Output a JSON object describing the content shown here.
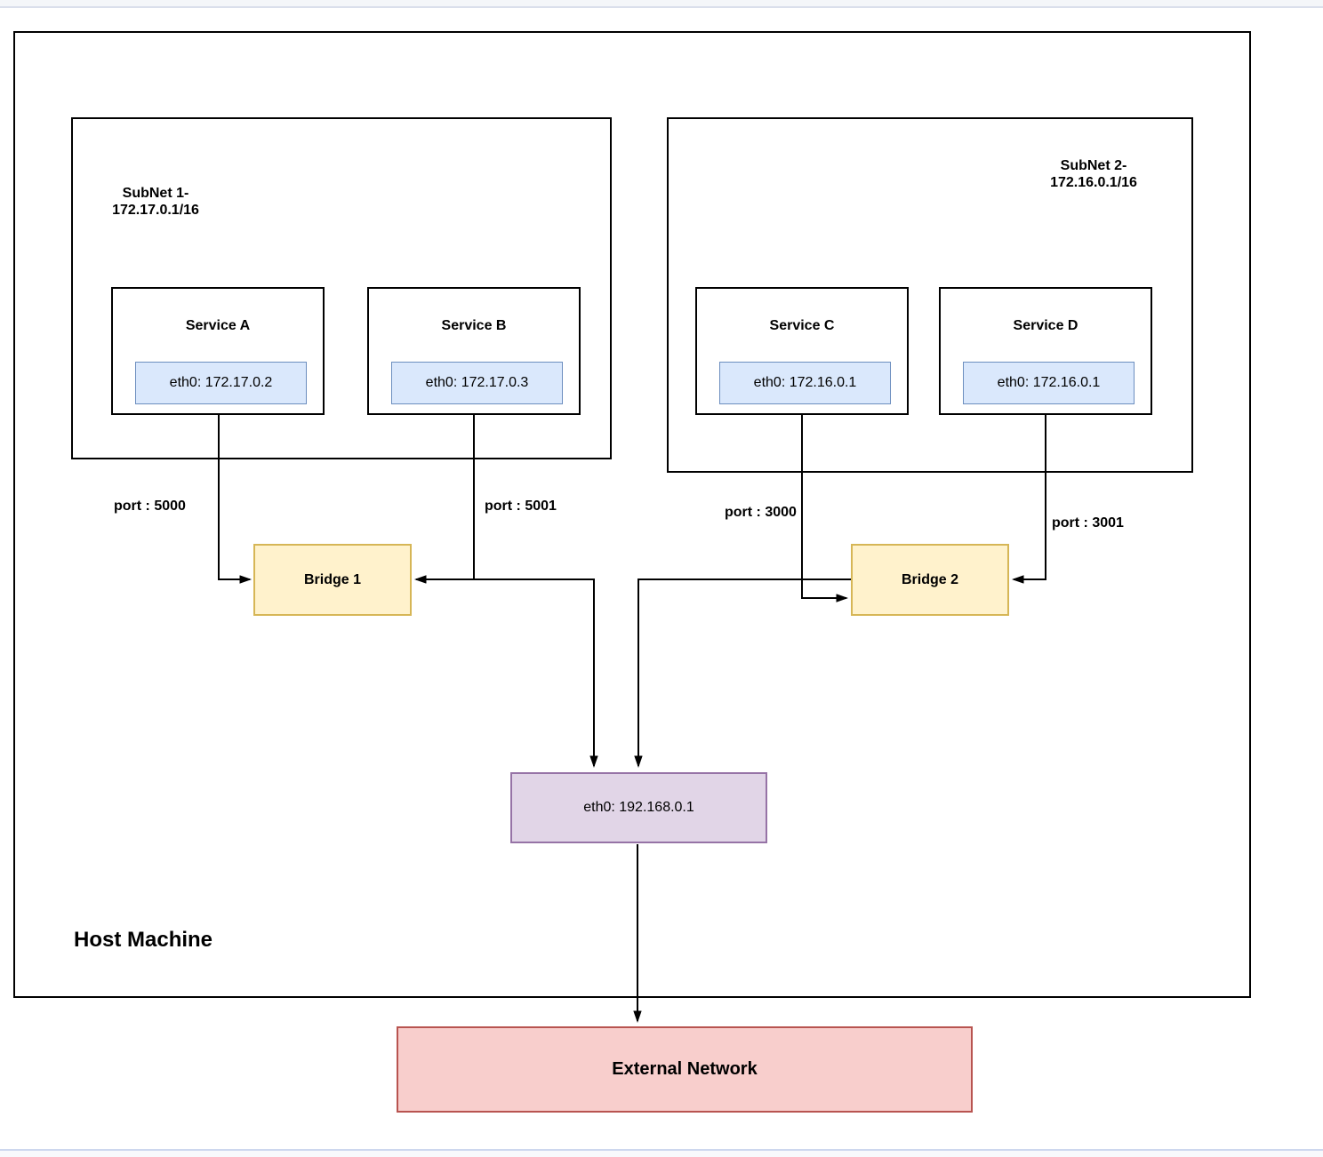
{
  "host": {
    "label": "Host Machine"
  },
  "subnets": [
    {
      "title_line1": "SubNet 1-",
      "title_line2": "172.17.0.1/16",
      "services": [
        {
          "name": "Service A",
          "eth": "eth0: 172.17.0.2"
        },
        {
          "name": "Service B",
          "eth": "eth0: 172.17.0.3"
        }
      ]
    },
    {
      "title_line1": "SubNet 2-",
      "title_line2": "172.16.0.1/16",
      "services": [
        {
          "name": "Service C",
          "eth": "eth0: 172.16.0.1"
        },
        {
          "name": "Service D",
          "eth": "eth0: 172.16.0.1"
        }
      ]
    }
  ],
  "bridges": [
    {
      "label": "Bridge 1"
    },
    {
      "label": "Bridge 2"
    }
  ],
  "ports": [
    {
      "label": "port : 5000"
    },
    {
      "label": "port : 5001"
    },
    {
      "label": "port : 3000"
    },
    {
      "label": "port : 3001"
    }
  ],
  "host_eth": {
    "label": "eth0: 192.168.0.1"
  },
  "external": {
    "label": "External Network"
  },
  "colors": {
    "eth_chip_fill": "#dae8fc",
    "eth_chip_border": "#6c8ebf",
    "bridge_fill": "#fff2cc",
    "bridge_border": "#d6b656",
    "host_eth_fill": "#e1d5e7",
    "host_eth_border": "#9673a6",
    "external_fill": "#f8cecc",
    "external_border": "#b85450",
    "line_color": "#000000"
  }
}
